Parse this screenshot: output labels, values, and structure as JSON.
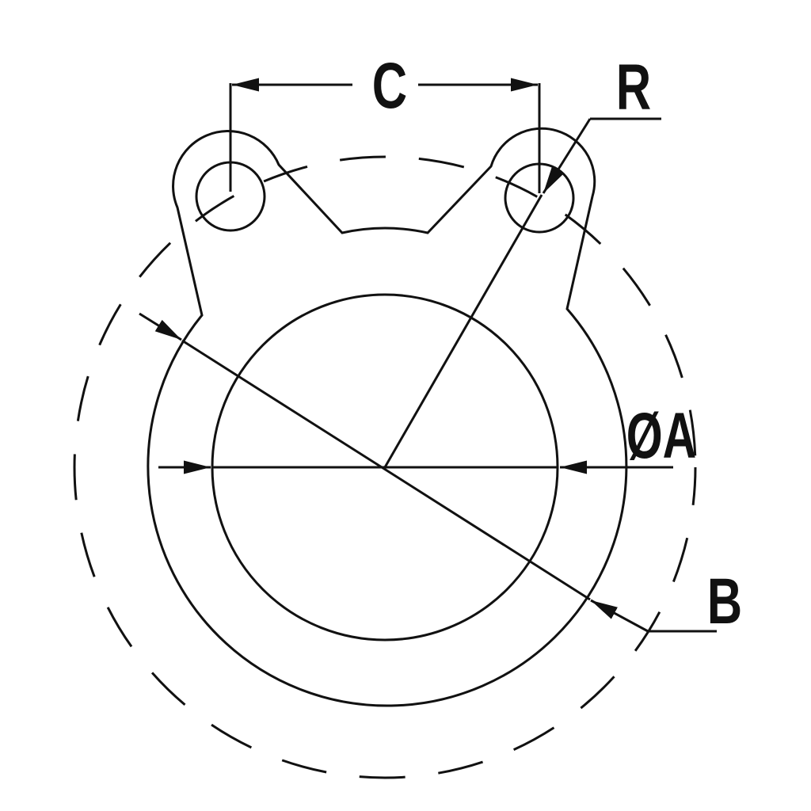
{
  "labels": {
    "c": "C",
    "r": "R",
    "a": "ØA",
    "b": "B"
  },
  "colors": {
    "line": "#111111",
    "background": "#ffffff"
  }
}
